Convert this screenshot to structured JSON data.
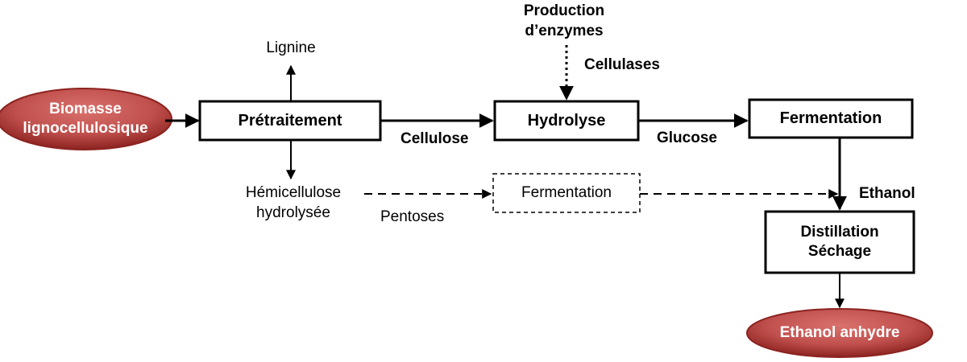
{
  "nodes": {
    "biomass": "Biomasse\nlignocellulosique",
    "pretreatment": "Prétraitement",
    "hydrolysis": "Hydrolyse",
    "fermentation_main": "Fermentation",
    "fermentation_pentoses": "Fermentation",
    "distillation": "Distillation\nSéchage",
    "anhydrous_ethanol": "Ethanol anhydre",
    "lignin": "Lignine",
    "hemicellulose": "Hémicellulose\nhydrolysée",
    "enzyme_production": "Production\nd’enzymes"
  },
  "edge_labels": {
    "cellulose": "Cellulose",
    "glucose": "Glucose",
    "cellulases": "Cellulases",
    "pentoses": "Pentoses",
    "ethanol": "Ethanol"
  },
  "colors": {
    "ellipse_fill": "#c0504d",
    "ellipse_dark": "#8c2320",
    "stroke": "#000000",
    "ellipse_text": "#ffffff"
  }
}
